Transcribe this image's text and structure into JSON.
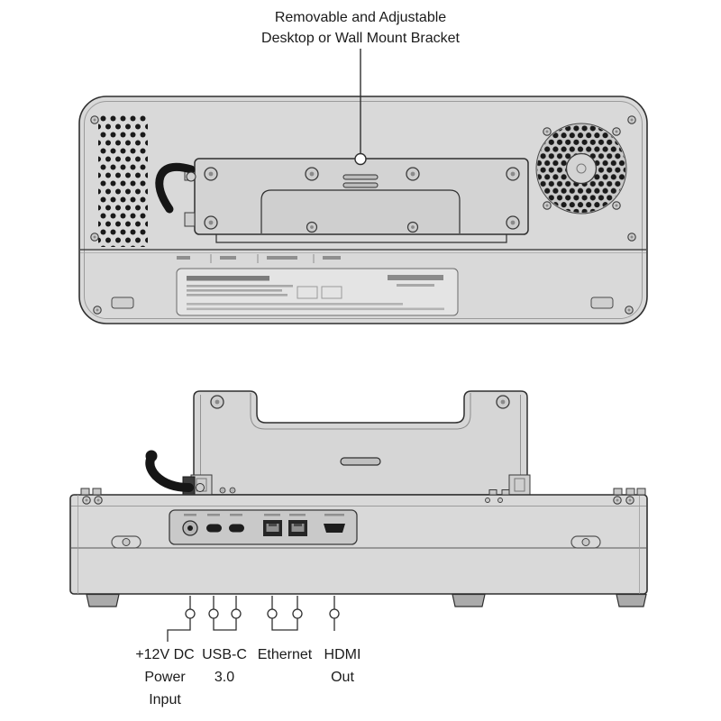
{
  "title_callout": {
    "line1": "Removable and Adjustable",
    "line2": "Desktop or Wall Mount Bracket"
  },
  "port_labels": {
    "dc_power": [
      "+12V DC",
      "Power",
      "Input"
    ],
    "usb_c": [
      "USB-C",
      "3.0"
    ],
    "ethernet": [
      "Ethernet"
    ],
    "hdmi": [
      "HDMI",
      "Out"
    ]
  },
  "icons": {
    "callout_pointer": "circle-marker-icon",
    "fan": "fan-grille-icon",
    "vents": "vent-holes-icon"
  },
  "colors": {
    "background": "#ffffff",
    "device_fill": "#d9d9d9",
    "outline": "#2f2f2f",
    "dark_parts": "#161616",
    "text": "#1b1b1b"
  }
}
